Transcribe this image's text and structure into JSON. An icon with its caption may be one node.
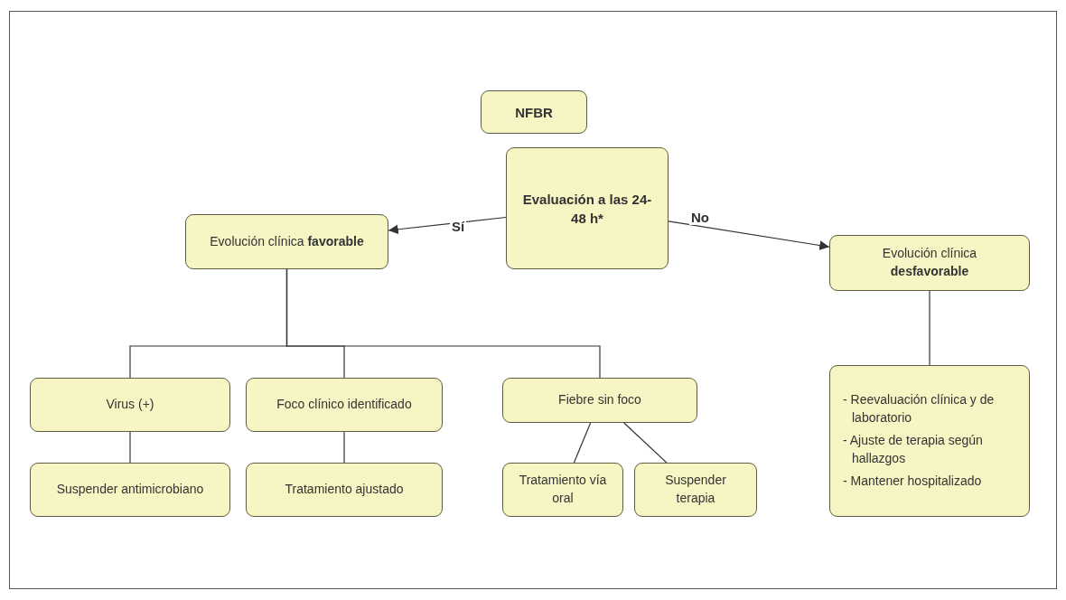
{
  "diagram": {
    "nodes": [
      {
        "text": [
          "NFBR"
        ]
      },
      {
        "text": [
          "Evaluación a las 24-48 h*"
        ]
      },
      {
        "text": [
          "Evolución clínica **favorable**"
        ]
      },
      {
        "text": [
          "Evolución clínica **desfavorable**"
        ]
      },
      {
        "text": [
          "Virus (+)"
        ]
      },
      {
        "text": [
          "Foco clínico identificado"
        ]
      },
      {
        "text": [
          "Fiebre sin foco"
        ]
      },
      {
        "text": [
          "Suspender antimicrobiano"
        ]
      },
      {
        "text": [
          "Tratamiento ajustado"
        ]
      },
      {
        "text": [
          "Tratamiento vía oral"
        ]
      },
      {
        "text": [
          "Suspender terapia"
        ]
      },
      {
        "text": [
          "- Reevaluación clínica y de laboratorio",
          "- Ajuste de terapia según hallazgos",
          "- Mantener hospitalizado"
        ]
      }
    ],
    "edges": [
      {
        "from": 1,
        "to": 2,
        "arrow": "to",
        "label": "Sí"
      },
      {
        "from": 1,
        "to": 3,
        "arrow": "to",
        "label": "No"
      },
      {
        "from": 2,
        "to": 4,
        "arrow": "none"
      },
      {
        "from": 2,
        "to": 5,
        "arrow": "none"
      },
      {
        "from": 2,
        "to": 6,
        "arrow": "none"
      },
      {
        "from": 4,
        "to": 7,
        "arrow": "none"
      },
      {
        "from": 5,
        "to": 8,
        "arrow": "none"
      },
      {
        "from": 6,
        "to": 9,
        "arrow": "none"
      },
      {
        "from": 6,
        "to": 10,
        "arrow": "none"
      },
      {
        "from": 3,
        "to": 11,
        "arrow": "none"
      }
    ]
  }
}
